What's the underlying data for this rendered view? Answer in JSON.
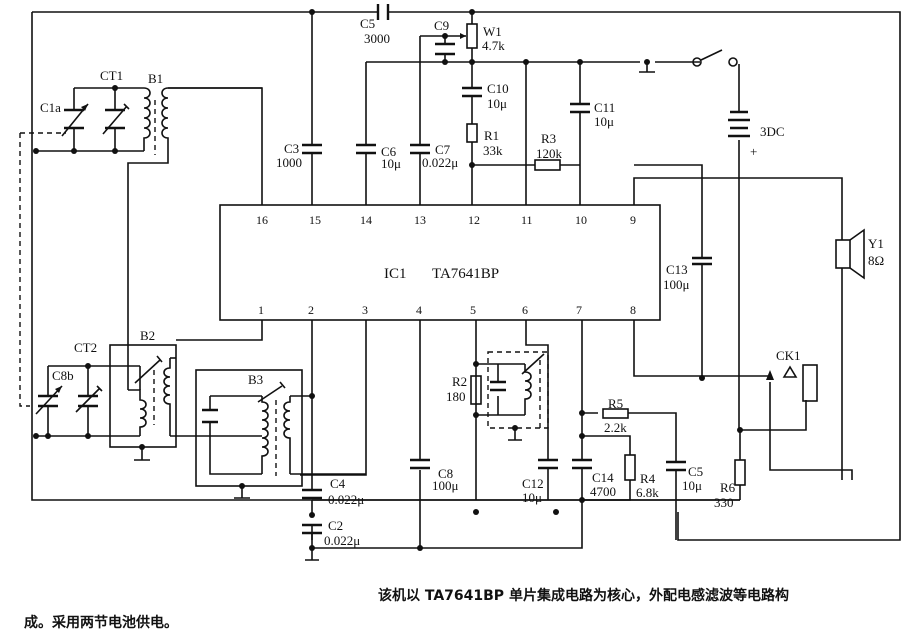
{
  "ic": {
    "ref": "IC1",
    "part": "TA7641BP",
    "pins_top": [
      "16",
      "15",
      "14",
      "13",
      "12",
      "11",
      "10",
      "9"
    ],
    "pins_bottom": [
      "1",
      "2",
      "3",
      "4",
      "5",
      "6",
      "7",
      "8"
    ]
  },
  "components": {
    "C1a": {
      "ref": "C1a"
    },
    "CT1": {
      "ref": "CT1"
    },
    "B1": {
      "ref": "B1"
    },
    "C8b": {
      "ref": "C8b"
    },
    "CT2": {
      "ref": "CT2"
    },
    "B2": {
      "ref": "B2"
    },
    "B3": {
      "ref": "B3"
    },
    "C3": {
      "ref": "C3",
      "value": "1000"
    },
    "C5top": {
      "ref": "C5",
      "value": "3000"
    },
    "C9": {
      "ref": "C9"
    },
    "W1": {
      "ref": "W1",
      "value": "4.7k"
    },
    "C6": {
      "ref": "C6",
      "value": "10μ"
    },
    "C7": {
      "ref": "C7",
      "value": "0.022μ"
    },
    "C10": {
      "ref": "C10",
      "value": "10μ"
    },
    "R1": {
      "ref": "R1",
      "value": "33k"
    },
    "R3": {
      "ref": "R3",
      "value": "120k"
    },
    "C11": {
      "ref": "C11",
      "value": "10μ"
    },
    "BAT": {
      "ref": "3DC",
      "polarity": "+"
    },
    "C13": {
      "ref": "C13",
      "value": "100μ"
    },
    "Y1": {
      "ref": "Y1",
      "value": "8Ω"
    },
    "CK1": {
      "ref": "CK1"
    },
    "R2": {
      "ref": "R2",
      "value": "180"
    },
    "C8": {
      "ref": "C8",
      "value": "100μ"
    },
    "C12": {
      "ref": "C12",
      "value": "10μ"
    },
    "C14": {
      "ref": "C14",
      "value": "4700"
    },
    "R5": {
      "ref": "R5",
      "value": "2.2k"
    },
    "R4": {
      "ref": "R4",
      "value": "6.8k"
    },
    "C5b": {
      "ref": "C5",
      "value": "10μ"
    },
    "R6": {
      "ref": "R6",
      "value": "330"
    },
    "C4": {
      "ref": "C4",
      "value": "0.022μ"
    },
    "C2": {
      "ref": "C2",
      "value": "0.022μ"
    }
  },
  "caption": {
    "line1": "该机以 TA7641BP 单片集成电路为核心，外配电感滤波等电路构",
    "line2": "成。采用两节电池供电。"
  }
}
